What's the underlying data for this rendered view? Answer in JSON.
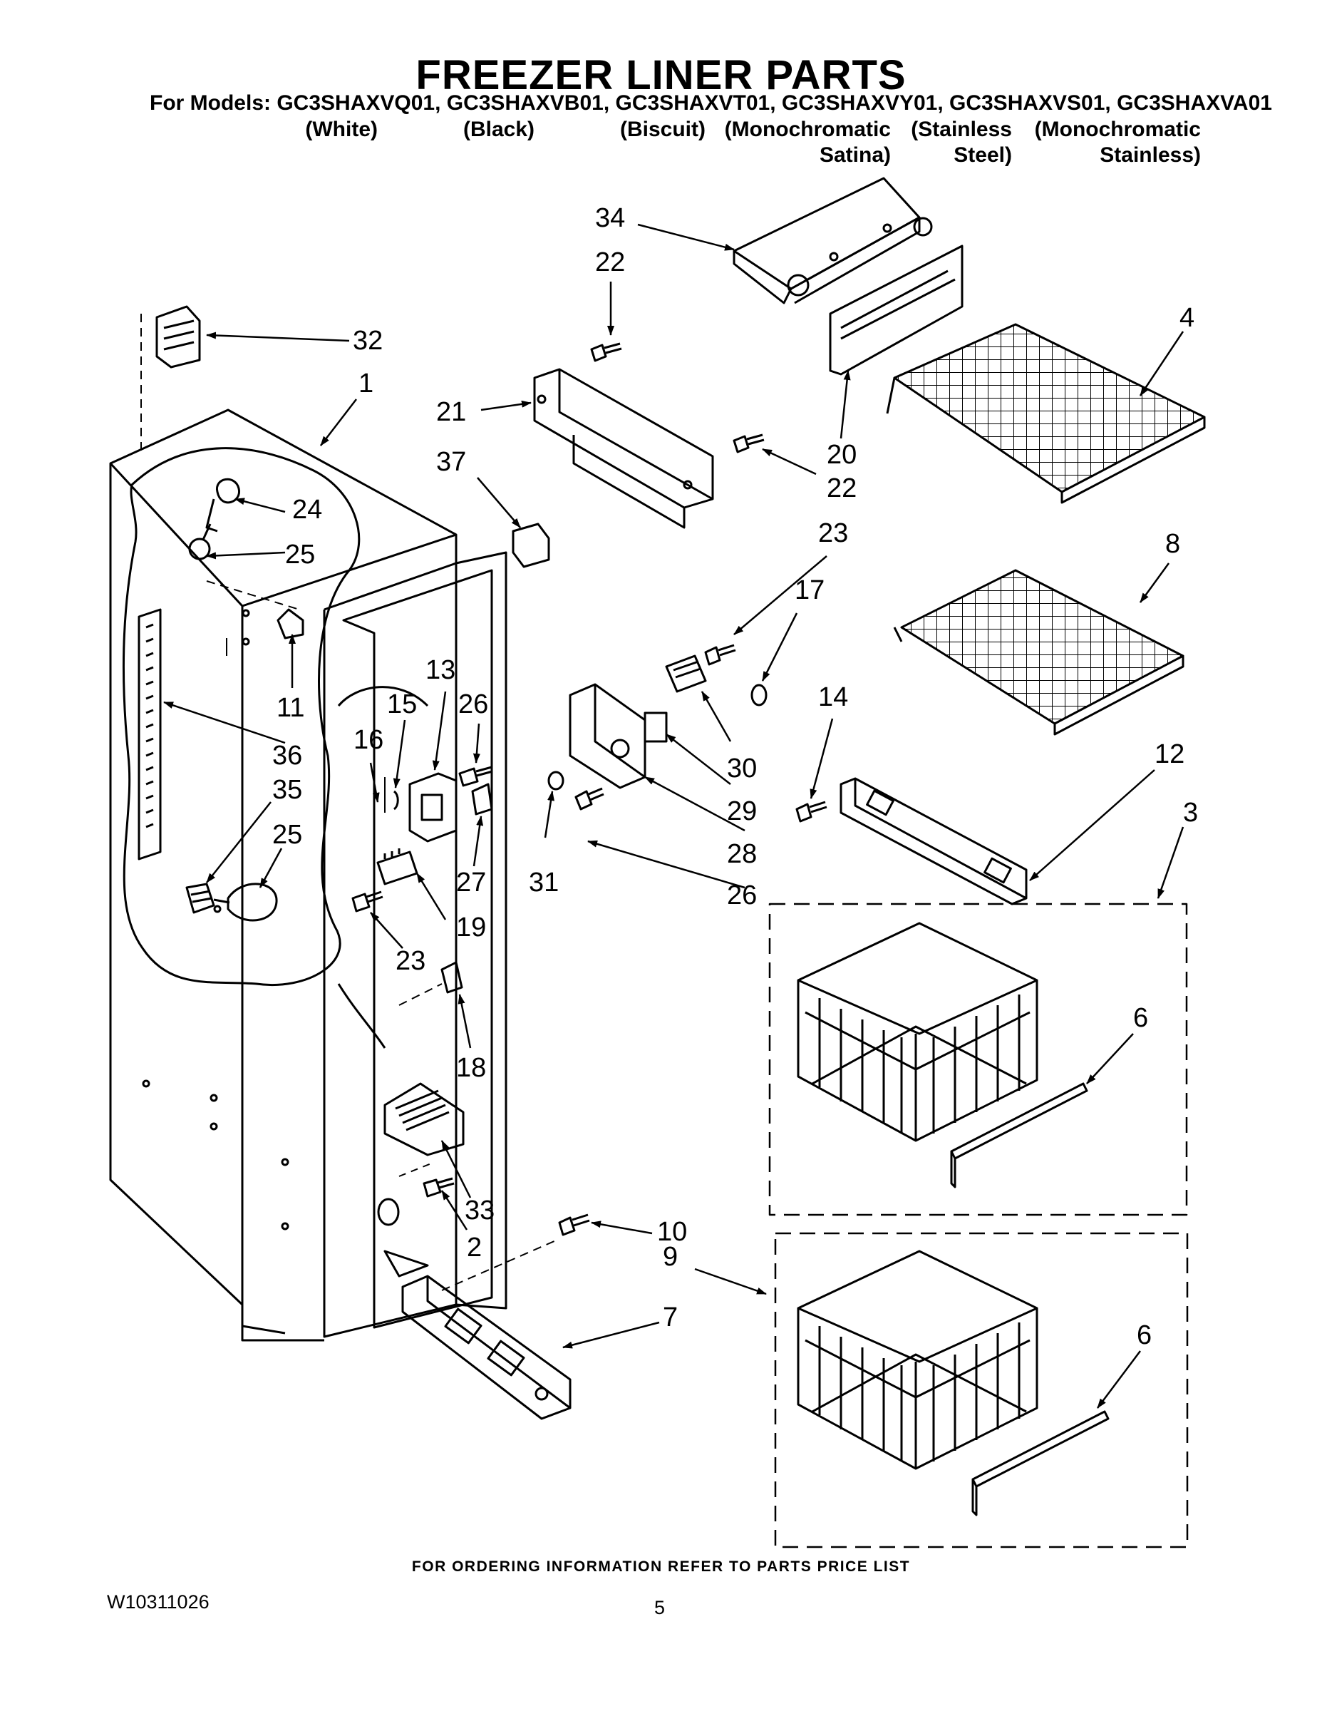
{
  "header": {
    "title": "FREEZER LINER PARTS",
    "models_line": "For Models: GC3SHAXVQ01, GC3SHAXVB01, GC3SHAXVT01, GC3SHAXVY01, GC3SHAXVS01, GC3SHAXVA01",
    "variants": [
      {
        "line1": "(White)",
        "line2": ""
      },
      {
        "line1": "(Black)",
        "line2": ""
      },
      {
        "line1": "(Biscuit)",
        "line2": ""
      },
      {
        "line1": "(Monochromatic",
        "line2": "Satina)"
      },
      {
        "line1": "(Stainless",
        "line2": "Steel)"
      },
      {
        "line1": "(Monochromatic",
        "line2": "Stainless)"
      }
    ]
  },
  "callouts": [
    {
      "id": "c34",
      "label": "34"
    },
    {
      "id": "c22a",
      "label": "22"
    },
    {
      "id": "c32",
      "label": "32"
    },
    {
      "id": "c1",
      "label": "1"
    },
    {
      "id": "c21",
      "label": "21"
    },
    {
      "id": "c4",
      "label": "4"
    },
    {
      "id": "c20",
      "label": "20"
    },
    {
      "id": "c22b",
      "label": "22"
    },
    {
      "id": "c37",
      "label": "37"
    },
    {
      "id": "c24",
      "label": "24"
    },
    {
      "id": "c25a",
      "label": "25"
    },
    {
      "id": "c23a",
      "label": "23"
    },
    {
      "id": "c8",
      "label": "8"
    },
    {
      "id": "c17",
      "label": "17"
    },
    {
      "id": "c13",
      "label": "13"
    },
    {
      "id": "c11",
      "label": "11"
    },
    {
      "id": "c15",
      "label": "15"
    },
    {
      "id": "c26a",
      "label": "26"
    },
    {
      "id": "c16",
      "label": "16"
    },
    {
      "id": "c14",
      "label": "14"
    },
    {
      "id": "c36",
      "label": "36"
    },
    {
      "id": "c30",
      "label": "30"
    },
    {
      "id": "c12",
      "label": "12"
    },
    {
      "id": "c35",
      "label": "35"
    },
    {
      "id": "c29",
      "label": "29"
    },
    {
      "id": "c3",
      "label": "3"
    },
    {
      "id": "c25b",
      "label": "25"
    },
    {
      "id": "c28",
      "label": "28"
    },
    {
      "id": "c31",
      "label": "31"
    },
    {
      "id": "c27",
      "label": "27"
    },
    {
      "id": "c26b",
      "label": "26"
    },
    {
      "id": "c19",
      "label": "19"
    },
    {
      "id": "c23b",
      "label": "23"
    },
    {
      "id": "c6a",
      "label": "6"
    },
    {
      "id": "c18",
      "label": "18"
    },
    {
      "id": "c33",
      "label": "33"
    },
    {
      "id": "c10",
      "label": "10"
    },
    {
      "id": "c2",
      "label": "2"
    },
    {
      "id": "c9",
      "label": "9"
    },
    {
      "id": "c7",
      "label": "7"
    },
    {
      "id": "c6b",
      "label": "6"
    }
  ],
  "footer": {
    "ordering_note": "FOR ORDERING INFORMATION REFER TO PARTS PRICE LIST",
    "doc_number": "W10311026",
    "page_number": "5"
  }
}
